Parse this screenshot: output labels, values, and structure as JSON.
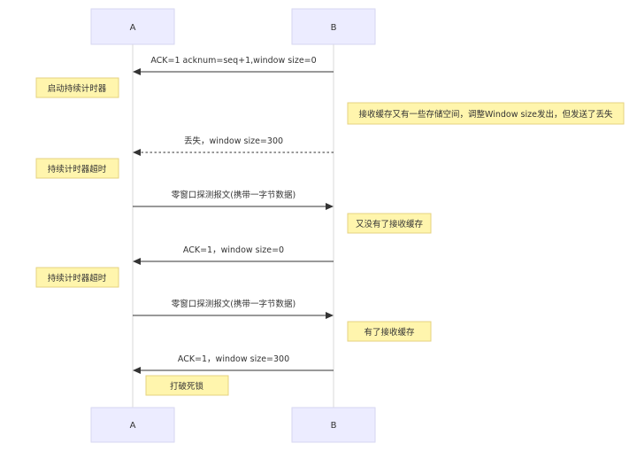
{
  "actors": {
    "a": {
      "label": "A"
    },
    "b": {
      "label": "B"
    }
  },
  "messages": [
    {
      "from": "B",
      "to": "A",
      "style": "solid",
      "label": "ACK=1 acknum=seq+1,window size=0"
    },
    {
      "from": "B",
      "to": "A",
      "style": "dotted",
      "label": "丢失，window size=300"
    },
    {
      "from": "A",
      "to": "B",
      "style": "solid",
      "label": "零窗口探测报文(携带一字节数据)"
    },
    {
      "from": "B",
      "to": "A",
      "style": "solid",
      "label": "ACK=1，window size=0"
    },
    {
      "from": "A",
      "to": "B",
      "style": "solid",
      "label": "零窗口探测报文(携带一字节数据)"
    },
    {
      "from": "B",
      "to": "A",
      "style": "solid",
      "label": "ACK=1，window size=300"
    }
  ],
  "notes": [
    {
      "side": "left of A",
      "text": "启动持续计时器"
    },
    {
      "side": "right of B",
      "text": "接收缓存又有一些存储空间，调整Window size发出，但发送了丢失"
    },
    {
      "side": "left of A",
      "text": "持续计时器超时"
    },
    {
      "side": "right of B",
      "text": "又没有了接收缓存"
    },
    {
      "side": "left of A",
      "text": "持续计时器超时"
    },
    {
      "side": "right of B",
      "text": "有了接收缓存"
    },
    {
      "side": "right of A",
      "text": "打破死锁"
    }
  ],
  "colors": {
    "actor_fill": "#ececff",
    "note_fill": "#fff5ad",
    "line": "#333333"
  }
}
